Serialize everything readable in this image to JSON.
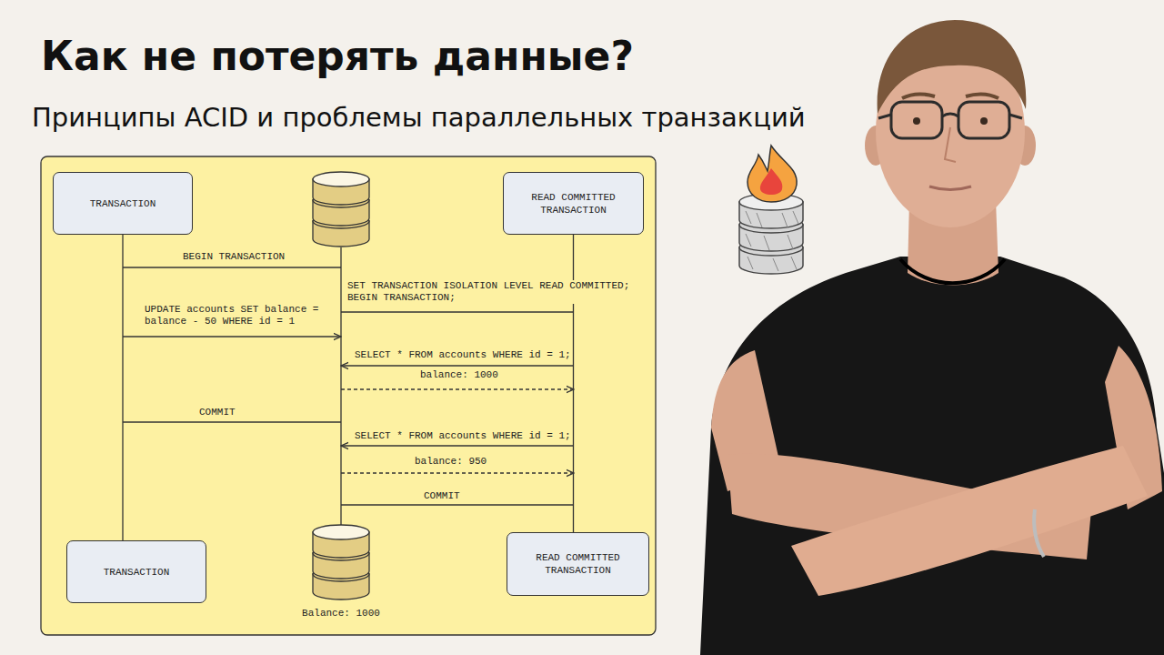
{
  "diagram": {
    "title": "Как не потерять данные?",
    "caption": "Принципы ACID и проблемы параллельных транзакций",
    "nodes": [
      {
        "text": [
          "TRANSACTION"
        ]
      },
      {
        "text": [
          "READ COMMITTED TRANSACTION"
        ]
      },
      {
        "text": [
          "TRANSACTION"
        ]
      },
      {
        "text": [
          "Balance: 1000"
        ]
      },
      {
        "text": [
          "READ COMMITTED TRANSACTION"
        ]
      }
    ],
    "edges": [
      {
        "from": 0,
        "to": 2,
        "arrow": "none"
      },
      {
        "from": 1,
        "to": 4,
        "arrow": "none"
      }
    ],
    "labels": [
      "BEGIN TRANSACTION",
      "SET TRANSACTION ISOLATION LEVEL READ COMMITTED; BEGIN TRANSACTION;",
      "UPDATE accounts SET balance = balance - 50 WHERE id = 1",
      "SELECT * FROM accounts WHERE id = 1;",
      "balance: 1000",
      "COMMIT",
      "SELECT * FROM accounts WHERE id = 1;",
      "balance: 950",
      "COMMIT"
    ]
  }
}
